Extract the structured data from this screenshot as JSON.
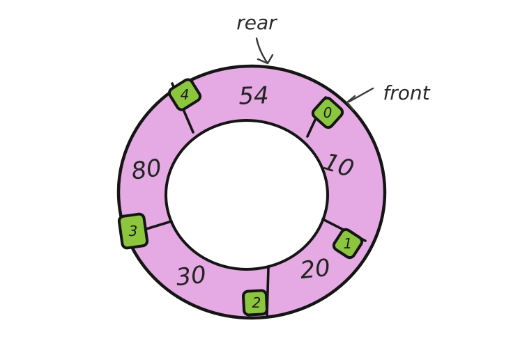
{
  "diagram": {
    "kind": "circular-queue",
    "labels": {
      "rear": "rear",
      "front": "front"
    },
    "slots": [
      {
        "index": "0",
        "value": "10"
      },
      {
        "index": "1",
        "value": "20"
      },
      {
        "index": "2",
        "value": "30"
      },
      {
        "index": "3",
        "value": "80"
      },
      {
        "index": "4",
        "value": "54"
      }
    ],
    "colors": {
      "ring_fill": "#e5aae3",
      "marker_fill": "#8cc63e",
      "outline": "#151515",
      "background": "#ffffff"
    }
  }
}
